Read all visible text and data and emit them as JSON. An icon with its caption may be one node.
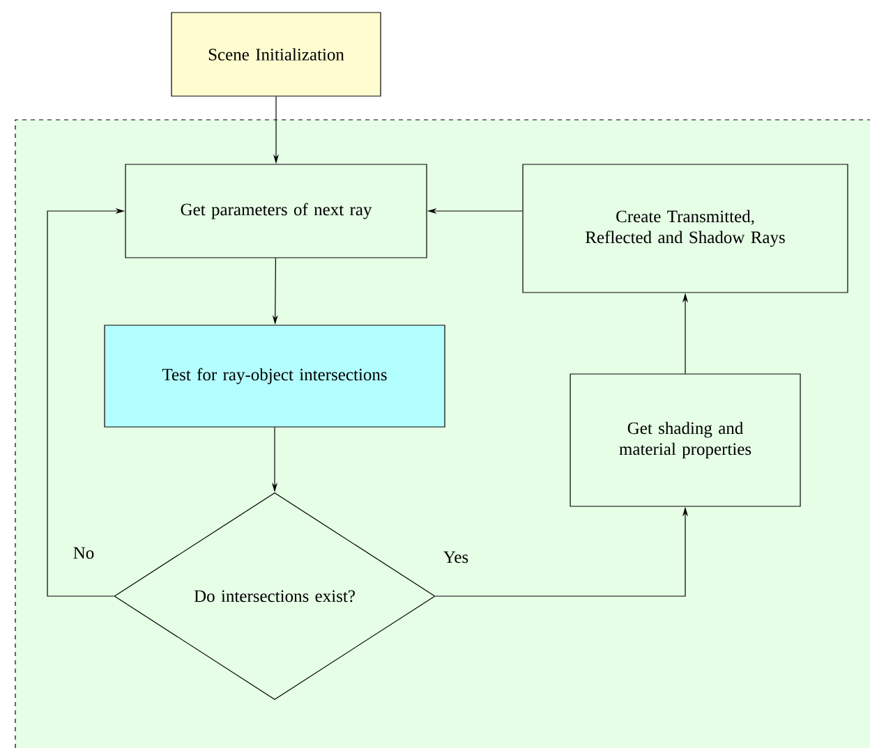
{
  "diagram": {
    "nodes": [
      {
        "text": [
          "Scene Initialization"
        ]
      },
      {
        "text": [],
        "shape": "box"
      },
      {
        "text": [
          "Get parameters of next ray"
        ],
        "in": 1
      },
      {
        "text": [
          "Create Transmitted, Reflected and Shadow Rays"
        ],
        "in": 1
      },
      {
        "text": [
          "Test for ray-object intersections"
        ],
        "in": 1
      },
      {
        "text": [
          "Get shading and material properties"
        ],
        "in": 1
      },
      {
        "text": [
          "Do intersections exist?"
        ],
        "in": 1
      }
    ],
    "edges": [
      {
        "from": 0,
        "to": 2,
        "arrow": "to"
      },
      {
        "from": 2,
        "to": 4,
        "arrow": "to"
      },
      {
        "from": 4,
        "to": 6,
        "arrow": "to"
      },
      {
        "from": 6,
        "to": 5,
        "arrow": "to",
        "label": "Yes"
      },
      {
        "from": 5,
        "to": 3,
        "arrow": "to"
      },
      {
        "from": 3,
        "to": 2,
        "arrow": "to"
      },
      {
        "from": 6,
        "to": 2,
        "arrow": "to",
        "label": "No"
      }
    ]
  }
}
